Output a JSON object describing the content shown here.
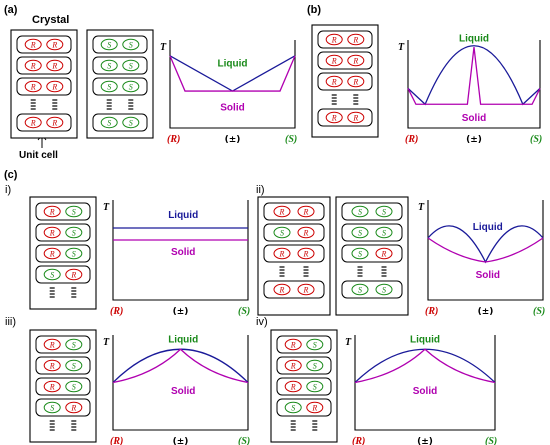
{
  "colors": {
    "red": "#cc0000",
    "green": "#1a8a1a",
    "liquid_text": "#1a8a1a",
    "liquid_text_c": "#1a1a99",
    "solid_text": "#b000b0",
    "liquidus": "#1a1a99",
    "solidus": "#b000b0",
    "frame": "#000000"
  },
  "panels": {
    "a": {
      "label": "(a)",
      "crystal_title": "Crystal",
      "unit_cell": "Unit cell",
      "axis_t": "T",
      "liquid": "Liquid",
      "solid": "Solid",
      "x_left": "(R)",
      "x_mid": "(±)",
      "x_right": "(S)"
    },
    "b": {
      "label": "(b)",
      "axis_t": "T",
      "liquid": "Liquid",
      "solid": "Solid",
      "x_left": "(R)",
      "x_mid": "(±)",
      "x_right": "(S)"
    },
    "c": {
      "label": "(c)",
      "sub_i": "i)",
      "sub_ii": "ii)",
      "sub_iii": "iii)",
      "sub_iv": "iv)",
      "axis_t": "T",
      "liquid": "Liquid",
      "solid": "Solid",
      "x_left": "(R)",
      "x_mid": "(±)",
      "x_right": "(S)"
    }
  },
  "molecule_labels": {
    "r": "R",
    "s": "S"
  }
}
